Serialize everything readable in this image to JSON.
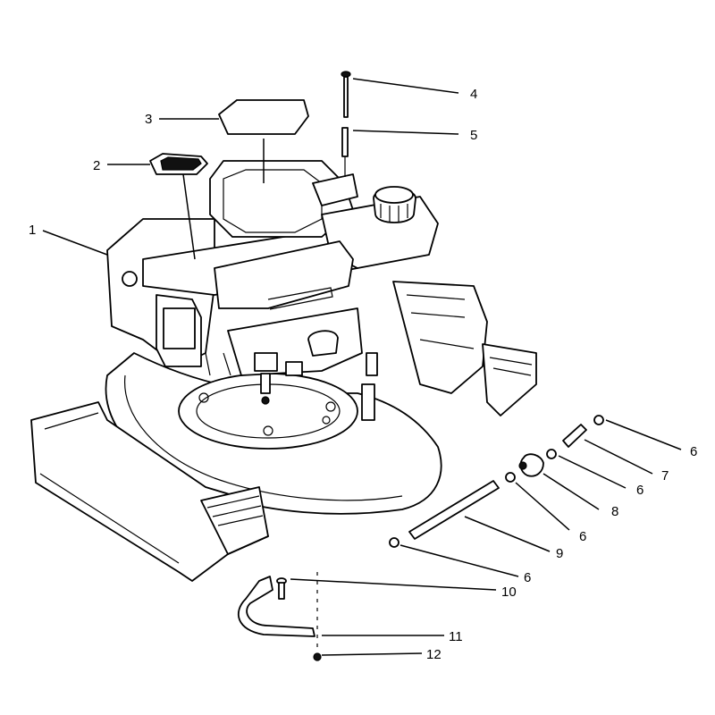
{
  "callouts": [
    {
      "id": "c1",
      "label": "1"
    },
    {
      "id": "c2",
      "label": "2"
    },
    {
      "id": "c3",
      "label": "3"
    },
    {
      "id": "c4",
      "label": "4"
    },
    {
      "id": "c5",
      "label": "5"
    },
    {
      "id": "c6a",
      "label": "6"
    },
    {
      "id": "c7",
      "label": "7"
    },
    {
      "id": "c6b",
      "label": "6"
    },
    {
      "id": "c8",
      "label": "8"
    },
    {
      "id": "c6c",
      "label": "6"
    },
    {
      "id": "c9",
      "label": "9"
    },
    {
      "id": "c6d",
      "label": "6"
    },
    {
      "id": "c10",
      "label": "10"
    },
    {
      "id": "c11",
      "label": "11"
    },
    {
      "id": "c12",
      "label": "12"
    }
  ]
}
